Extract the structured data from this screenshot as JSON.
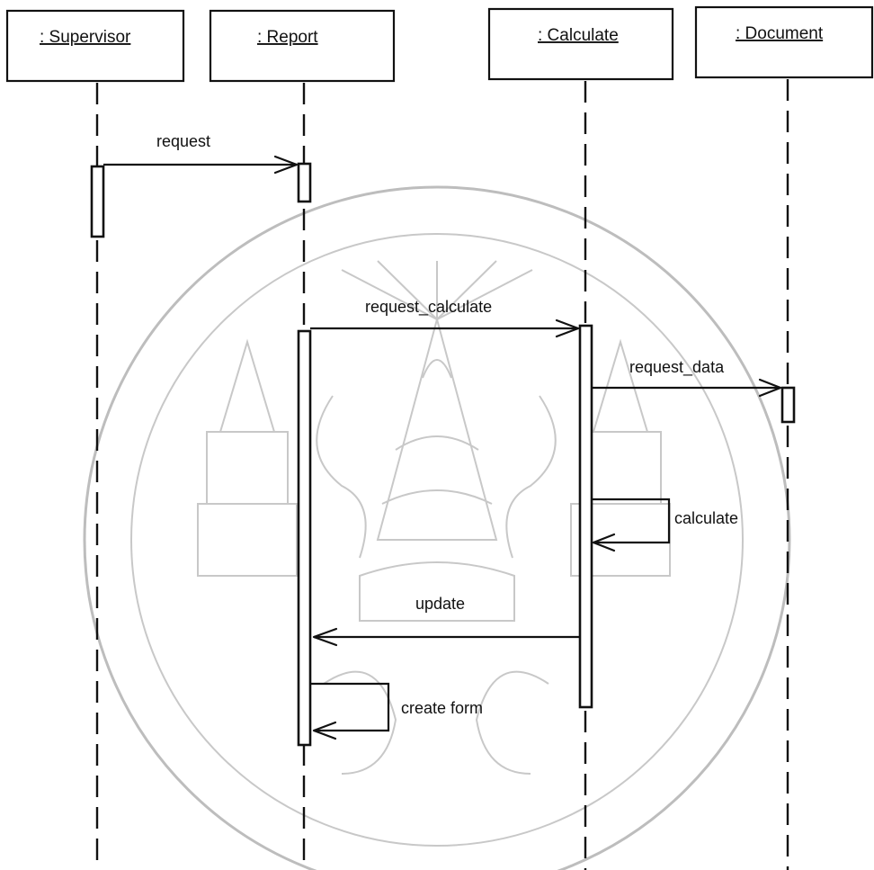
{
  "objects": [
    {
      "id": "supervisor",
      "label": ": Supervisor"
    },
    {
      "id": "report",
      "label": ": Report"
    },
    {
      "id": "calculate",
      "label": ": Calculate"
    },
    {
      "id": "document",
      "label": ": Document"
    }
  ],
  "messages": [
    {
      "id": "request",
      "label": "request",
      "from": "supervisor",
      "to": "report"
    },
    {
      "id": "request_calculate",
      "label": "request_calculate",
      "from": "report",
      "to": "calculate"
    },
    {
      "id": "request_data",
      "label": "request_data",
      "from": "calculate",
      "to": "document"
    },
    {
      "id": "calculate_self",
      "label": "calculate",
      "from": "calculate",
      "to": "calculate"
    },
    {
      "id": "update",
      "label": "update",
      "from": "calculate",
      "to": "report"
    },
    {
      "id": "create_form",
      "label": "create form",
      "from": "report",
      "to": "report"
    }
  ],
  "colors": {
    "ink": "#111111",
    "watermark": "#bdbdbd",
    "background": "#ffffff"
  }
}
